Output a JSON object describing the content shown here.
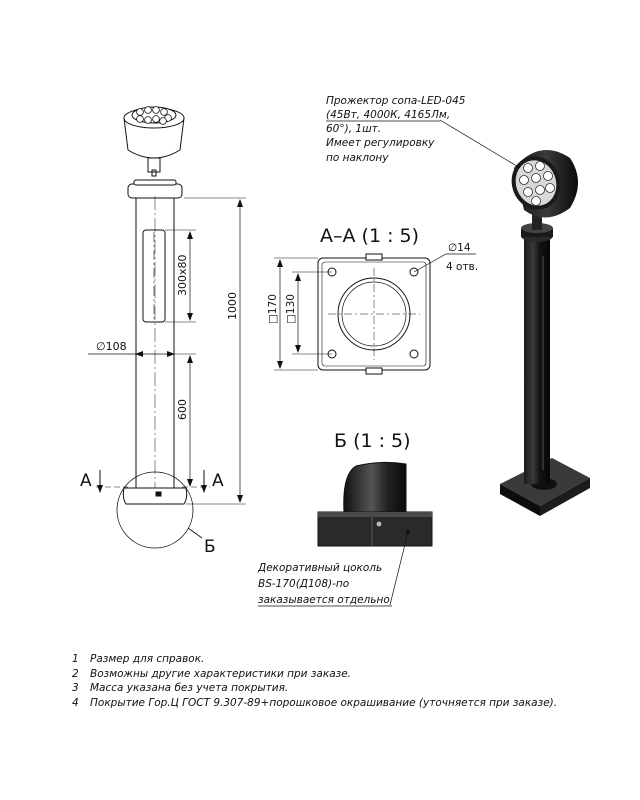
{
  "views": {
    "section_aa_title": "А–А (1 : 5)",
    "detail_b_title": "Б (1 : 5)",
    "section_mark": "А",
    "detail_mark": "Б"
  },
  "dimensions": {
    "hole_diameter": "∅14",
    "hole_count": "4 отв.",
    "plate_outer": "□170",
    "plate_inner": "□130",
    "window_size": "300х80",
    "total_height": "1000",
    "tube_diameter": "∅108",
    "lower_height": "600"
  },
  "callouts": {
    "projector": [
      "Прожектор сопа-LED-045",
      "(45Вт, 4000К, 4165Лм,",
      "60°), 1шт.",
      "Имеет регулировку",
      "по наклону"
    ],
    "base": [
      "Декоративный цоколь",
      "BS-170(Д108)-по",
      "заказывается отдельно"
    ]
  },
  "notes": [
    {
      "num": "1",
      "text": "Размер для справок."
    },
    {
      "num": "2",
      "text": "Возможны другие характеристики при заказе."
    },
    {
      "num": "3",
      "text": "Масса указана без учета покрытия."
    },
    {
      "num": "4",
      "text": "Покрытие Гор.Ц ГОСТ 9.307-89+порошковое окрашивание (уточняется при заказе)."
    }
  ]
}
